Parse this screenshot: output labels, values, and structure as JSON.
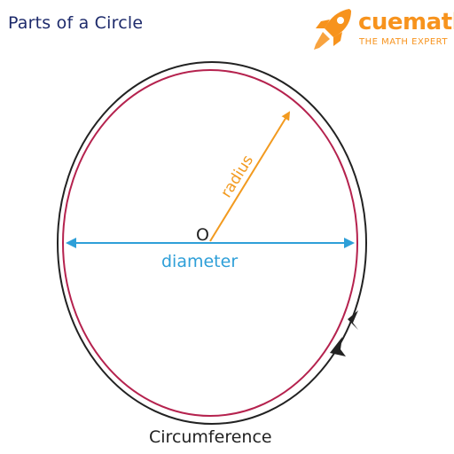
{
  "header": {
    "title": "Parts of a Circle"
  },
  "brand": {
    "name": "cuemath",
    "tagline": "THE MATH EXPERT",
    "color": "#f7931d",
    "icon": "rocket-icon"
  },
  "diagram": {
    "center_label": "O",
    "radius_label": "radius",
    "diameter_label": "diameter",
    "circumference_label": "Circumference",
    "colors": {
      "outer_circle": "#222222",
      "inner_circle": "#b5224e",
      "radius": "#f29a1f",
      "diameter": "#2e9fd8",
      "text_dark": "#222222"
    }
  }
}
